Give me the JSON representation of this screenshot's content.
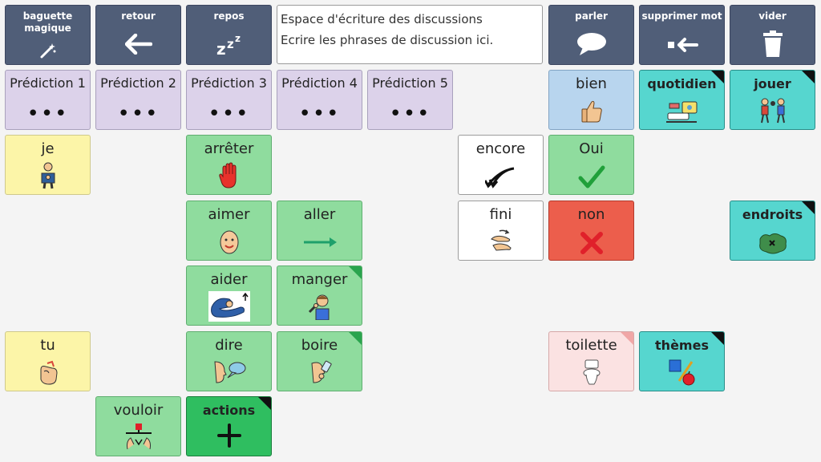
{
  "toolbar": {
    "magic_wand": "baguette magique",
    "back": "retour",
    "rest": "repos",
    "speak": "parler",
    "delete_word": "supprimer mot",
    "clear": "vider"
  },
  "message_box": {
    "line1": "Espace d'écriture des discussions",
    "line2": "Ecrire les phrases de discussion ici."
  },
  "predictions": [
    {
      "label": "Prédiction 1",
      "value": "•••"
    },
    {
      "label": "Prédiction 2",
      "value": "•••"
    },
    {
      "label": "Prédiction 3",
      "value": "•••"
    },
    {
      "label": "Prédiction 4",
      "value": "•••"
    },
    {
      "label": "Prédiction 5",
      "value": "•••"
    }
  ],
  "words": {
    "bien": "bien",
    "quotidien": "quotidien",
    "jouer": "jouer",
    "je": "je",
    "arreter": "arrêter",
    "encore": "encore",
    "oui": "Oui",
    "aimer": "aimer",
    "aller": "aller",
    "fini": "fini",
    "non": "non",
    "endroits": "endroits",
    "aider": "aider",
    "manger": "manger",
    "tu": "tu",
    "dire": "dire",
    "boire": "boire",
    "toilette": "toilette",
    "themes": "thèmes",
    "vouloir": "vouloir",
    "actions": "actions"
  },
  "colors": {
    "toolbar": "#505e78",
    "prediction": "#dcd2ea",
    "pronoun": "#fcf5a8",
    "verb": "#8fdc9e",
    "neutral": "#ffffff",
    "adjective": "#b8d5ee",
    "category": "#56d6cf",
    "negative": "#ec5e4c",
    "misc": "#fbe2e2",
    "actions_category": "#2fbe60"
  }
}
